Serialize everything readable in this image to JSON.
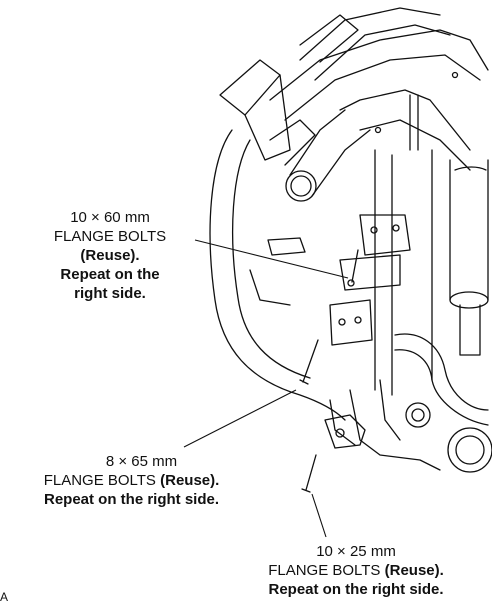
{
  "callouts": {
    "top": {
      "size": "10 × 60 mm",
      "name": "FLANGE BOLTS",
      "reuse": "(Reuse).",
      "repeat_1": "Repeat on the",
      "repeat_2": "right side."
    },
    "middle": {
      "size": "8 × 65 mm",
      "name": "FLANGE BOLTS",
      "reuse": "(Reuse).",
      "repeat": "Repeat on the right side."
    },
    "bottom": {
      "size": "10 × 25 mm",
      "name": "FLANGE BOLTS",
      "reuse": "(Reuse).",
      "repeat": "Repeat on the right side."
    }
  },
  "margin_letter": "A",
  "colors": {
    "ink": "#111111",
    "paper": "#ffffff"
  }
}
